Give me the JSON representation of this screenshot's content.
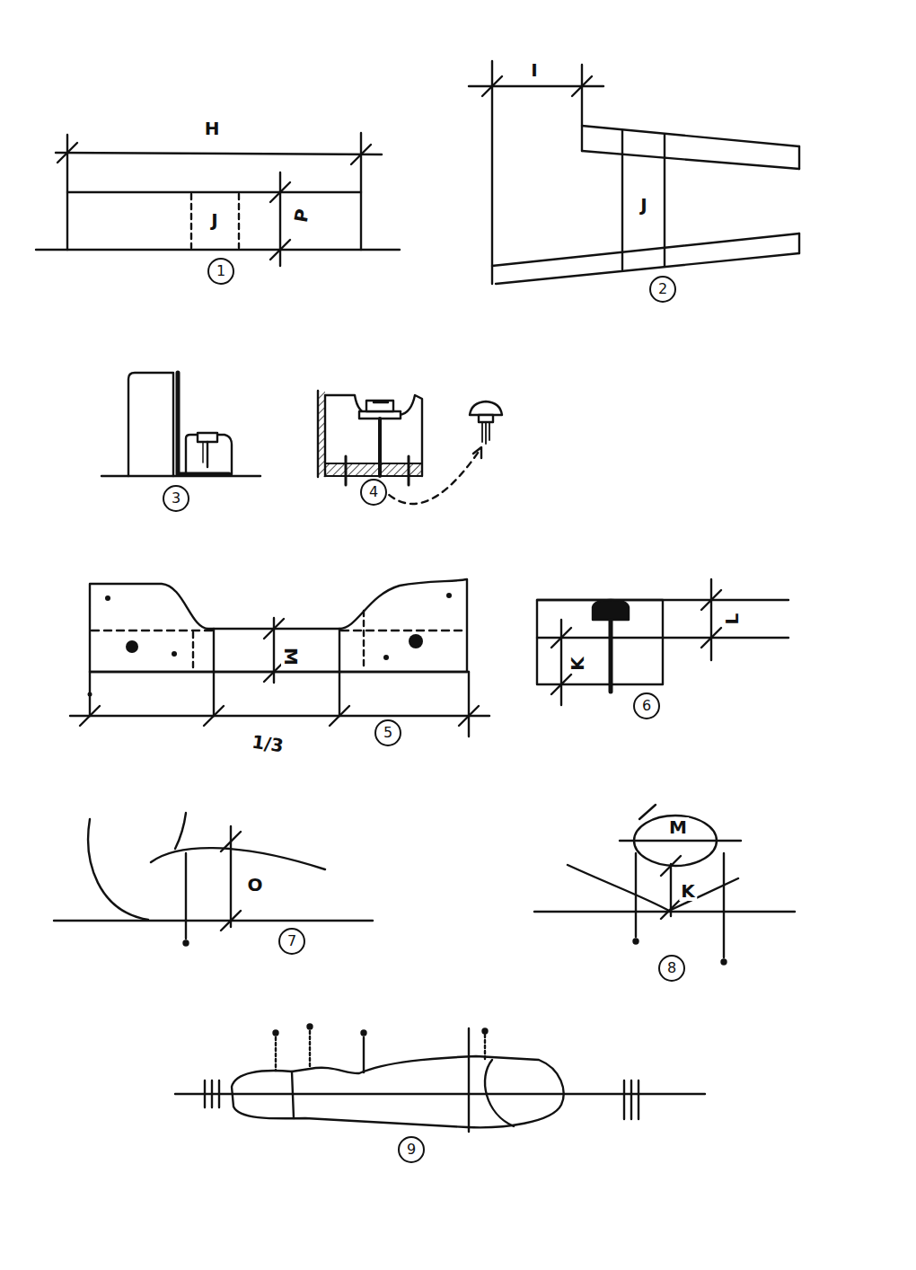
{
  "diagram": {
    "nodes": [
      {
        "text": [
          "1"
        ]
      },
      {
        "text": [
          "2"
        ]
      },
      {
        "text": [
          "3"
        ]
      },
      {
        "text": [
          "4"
        ]
      },
      {
        "text": [
          "5"
        ]
      },
      {
        "text": [
          "6"
        ]
      },
      {
        "text": [
          "7"
        ]
      },
      {
        "text": [
          "8"
        ]
      },
      {
        "text": [
          "9"
        ]
      }
    ],
    "labels": [
      "H",
      "J",
      "P",
      "I",
      "J",
      "M",
      "1/3",
      "L",
      "K",
      "O",
      "M",
      "K"
    ]
  }
}
